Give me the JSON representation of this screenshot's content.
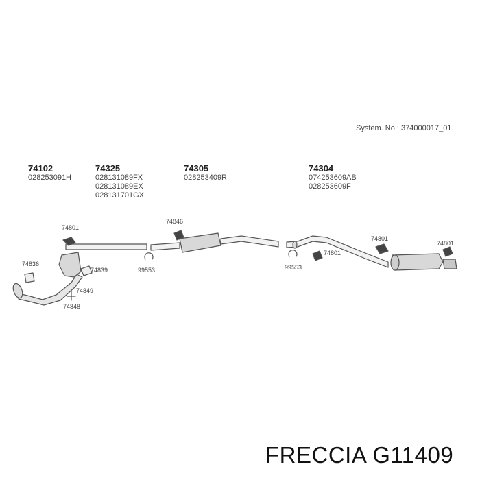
{
  "system_number": "System. No.: 374000017_01",
  "parts": [
    {
      "number": "74102",
      "oem": [
        "028253091H"
      ]
    },
    {
      "number": "74325",
      "oem": [
        "028131089FX",
        "028131089EX",
        "028131701GX"
      ]
    },
    {
      "number": "74305",
      "oem": [
        "028253409R"
      ]
    },
    {
      "number": "74304",
      "oem": [
        "074253609AB",
        "028253609F"
      ]
    }
  ],
  "callouts": [
    "74801",
    "74846",
    "74836",
    "74839",
    "99553",
    "74849",
    "74848",
    "99553",
    "74801",
    "74801",
    "74801"
  ],
  "brand": "FRECCIA G11409",
  "colors": {
    "line": "#555555",
    "fill": "#d8d8d8",
    "text": "#333333"
  }
}
